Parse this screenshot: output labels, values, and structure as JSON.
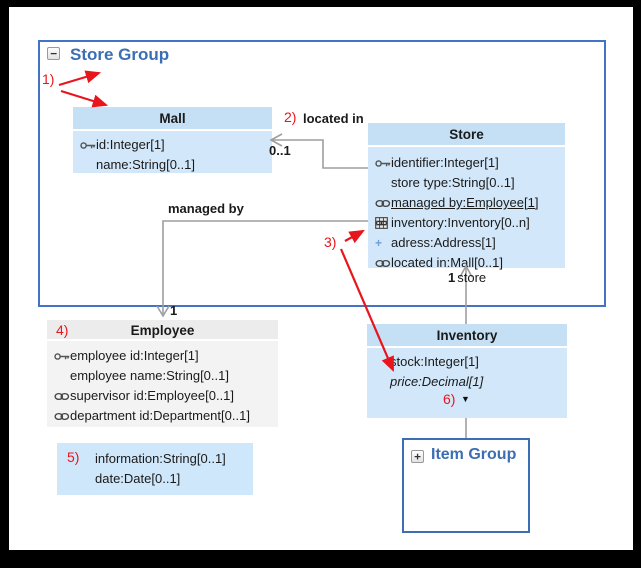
{
  "colors": {
    "accent_blue": "#3c6eb4",
    "group_border": "#4472c4",
    "class_header_fill": "#c5e0f5",
    "class_body_fill": "#d2e8fa",
    "gray_header_fill": "#ececec",
    "gray_body_fill": "#f3f3f3",
    "annotation_red": "#e8161c",
    "edge_gray": "#9e9e9e"
  },
  "store_group": {
    "label": "Store Group",
    "collapse_glyph": "−"
  },
  "item_group": {
    "label": "Item Group",
    "expand_glyph": "+"
  },
  "classes": {
    "mall": {
      "title": "Mall",
      "attributes": [
        {
          "icon": "key-icon",
          "text": "id:Integer[1]"
        },
        {
          "icon": "none",
          "text": "name:String[0..1]"
        }
      ]
    },
    "store": {
      "title": "Store",
      "attributes": [
        {
          "icon": "key-icon",
          "text": "identifier:Integer[1]"
        },
        {
          "icon": "none",
          "text": "store type:String[0..1]"
        },
        {
          "icon": "chain-icon",
          "text": "managed by:Employee[1]",
          "underline": true
        },
        {
          "icon": "table-chain-icon",
          "text": "inventory:Inventory[0..n]"
        },
        {
          "icon": "plus-icon",
          "text": "adress:Address[1]"
        },
        {
          "icon": "chain-icon",
          "text": "located in:Mall[0..1]"
        }
      ]
    },
    "employee": {
      "title": "Employee",
      "attributes": [
        {
          "icon": "key-icon",
          "text": "employee id:Integer[1]"
        },
        {
          "icon": "none",
          "text": "employee name:String[0..1]"
        },
        {
          "icon": "chain-icon",
          "text": "supervisor id:Employee[0..1]"
        },
        {
          "icon": "chain-icon",
          "text": "department id:Department[0..1]"
        }
      ]
    },
    "inventory": {
      "title": "Inventory",
      "attributes": [
        {
          "icon": "none",
          "text": "stock:Integer[1]"
        },
        {
          "icon": "none",
          "text": "price:Decimal[1]",
          "italic": true
        }
      ],
      "expander_glyph": "▼"
    }
  },
  "floating_box": {
    "lines": [
      "information:String[0..1]",
      "date:Date[0..1]"
    ]
  },
  "edges": {
    "located_in": {
      "label": "located in",
      "multiplicity": "0..1"
    },
    "managed_by": {
      "label": "managed by",
      "multiplicity": "1"
    },
    "store_inventory": {
      "multiplicity": "1",
      "role": "store"
    }
  },
  "annotations": {
    "n1": "1)",
    "n2": "2)",
    "n3": "3)",
    "n4": "4)",
    "n5": "5)",
    "n6": "6)"
  }
}
